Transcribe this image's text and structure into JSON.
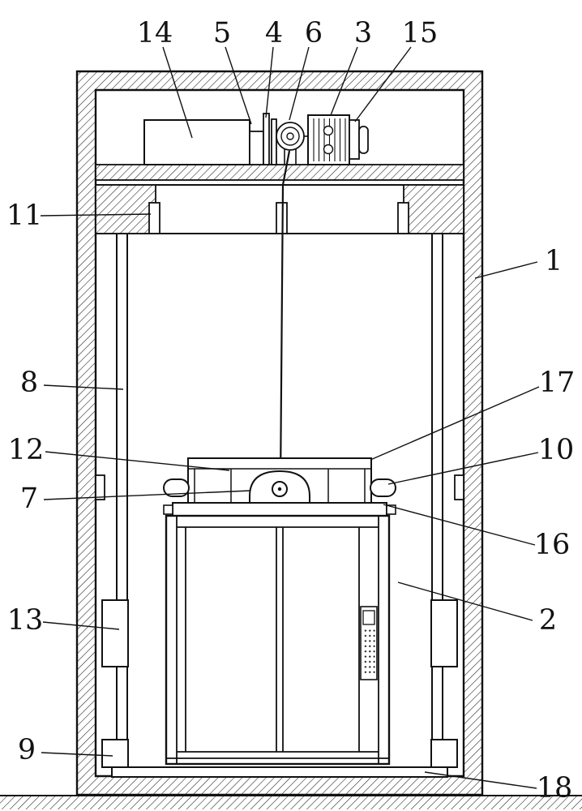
{
  "figure": {
    "kind": "patent-line-drawing",
    "subject": "elevator hoistway and car assembly"
  },
  "style": {
    "ink": "#111111",
    "paper": "#ffffff"
  },
  "callouts": {
    "c1": "1",
    "c2": "2",
    "c3": "3",
    "c4": "4",
    "c5": "5",
    "c6": "6",
    "c7": "7",
    "c8": "8",
    "c9": "9",
    "c10": "10",
    "c11": "11",
    "c12": "12",
    "c13": "13",
    "c14": "14",
    "c15": "15",
    "c16": "16",
    "c17": "17",
    "c18": "18"
  }
}
